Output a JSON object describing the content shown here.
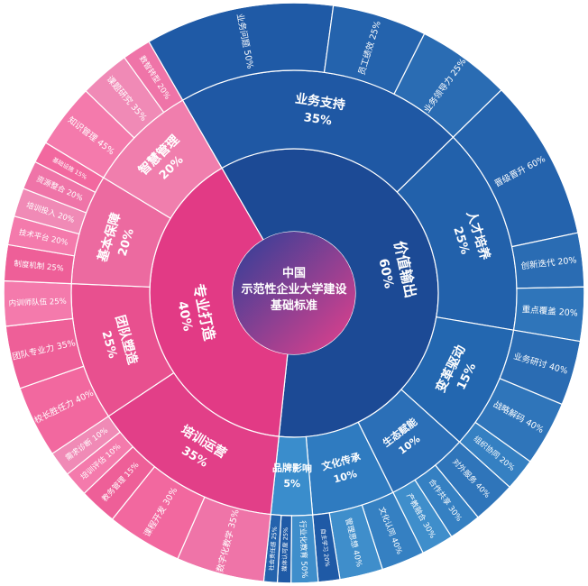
{
  "chart_data": {
    "type": "sunburst",
    "center_label": [
      "中国",
      "示范性企业大学建设",
      "基础标准"
    ],
    "colors": {
      "center_start": "#2b3f98",
      "center_end": "#e6408c",
      "pink_inner": "#e23a85",
      "pink_mid": "#e34f8f",
      "pink_outer": "#ef74a8",
      "pink_light": "#f49cc0",
      "blue_inner": "#1c4a95",
      "blue_mid": "#2267b0",
      "blue_outer": "#2e6cb4",
      "blue_light": "#3a8dcc",
      "separator": "#ffffff"
    },
    "nodes": [
      {
        "label": "价值输出",
        "value_label": "60%",
        "share": 0.6,
        "color": "#1c4a95",
        "children": [
          {
            "label": "业务支持",
            "value_label": "35%",
            "share": 0.35,
            "color": "#1f58a4",
            "children": [
              {
                "label": "业务问题 50%",
                "share": 0.5
              },
              {
                "label": "员工绩效 25%",
                "share": 0.25
              },
              {
                "label": "业务领导力 25%",
                "share": 0.25
              }
            ]
          },
          {
            "label": "人才培养",
            "value_label": "25%",
            "share": 0.25,
            "color": "#2261ab",
            "children": [
              {
                "label": "晋级晋升 60%",
                "share": 0.6
              },
              {
                "label": "创新迭代 20%",
                "share": 0.2
              },
              {
                "label": "重点覆盖 20%",
                "share": 0.2
              }
            ]
          },
          {
            "label": "变革驱动",
            "value_label": "15%",
            "share": 0.15,
            "color": "#2367b0",
            "children": [
              {
                "label": "业务研讨 40%",
                "share": 0.4
              },
              {
                "label": "战略解码 40%",
                "share": 0.4
              },
              {
                "label": "组织协同 20%",
                "share": 0.2
              }
            ]
          },
          {
            "label": "生态赋能",
            "value_label": "10%",
            "share": 0.1,
            "color": "#2b6fb7",
            "children": [
              {
                "label": "对外服务 40%",
                "share": 0.4
              },
              {
                "label": "合作共享 30%",
                "share": 0.3
              },
              {
                "label": "产教融合 30%",
                "share": 0.3
              }
            ]
          },
          {
            "label": "文化传承",
            "value_label": "10%",
            "share": 0.1,
            "color": "#2f7bc0",
            "children": [
              {
                "label": "文化认同 40%",
                "share": 0.4
              },
              {
                "label": "管理思想 40%",
                "share": 0.4
              },
              {
                "label": "自主学习 20%",
                "share": 0.2
              }
            ]
          },
          {
            "label": "品牌影响",
            "value_label": "5%",
            "share": 0.05,
            "color": "#3a8dcc",
            "children": [
              {
                "label": "行业化教育 50%",
                "share": 0.5
              },
              {
                "label": "媒体认可度 25%",
                "share": 0.25
              },
              {
                "label": "社会责任感 25%",
                "share": 0.25
              }
            ]
          }
        ]
      },
      {
        "label": "专业打造",
        "value_label": "40%",
        "share": 0.4,
        "color": "#e23a85",
        "children": [
          {
            "label": "培训运营",
            "value_label": "35%",
            "share": 0.35,
            "color": "#e23f88",
            "children": [
              {
                "label": "数字化教学 35%",
                "share": 0.35
              },
              {
                "label": "课程开发 30%",
                "share": 0.3
              },
              {
                "label": "教务管理 15%",
                "share": 0.15
              },
              {
                "label": "培训评估 10%",
                "share": 0.1
              },
              {
                "label": "需求诊断 10%",
                "share": 0.1
              }
            ]
          },
          {
            "label": "团队塑造",
            "value_label": "25%",
            "share": 0.25,
            "color": "#e8508f",
            "children": [
              {
                "label": "校长胜任力 40%",
                "share": 0.4
              },
              {
                "label": "团队专业力 35%",
                "share": 0.35
              },
              {
                "label": "内训师队伍 25%",
                "share": 0.25
              }
            ]
          },
          {
            "label": "基本保障",
            "value_label": "20%",
            "share": 0.2,
            "color": "#ec6aa0",
            "children": [
              {
                "label": "制度机制 25%",
                "share": 0.25
              },
              {
                "label": "技术平台 20%",
                "share": 0.2
              },
              {
                "label": "培训投入 20%",
                "share": 0.2
              },
              {
                "label": "资源整合 20%",
                "share": 0.2
              },
              {
                "label": "基础设施 15%",
                "share": 0.15
              }
            ]
          },
          {
            "label": "智慧管理",
            "value_label": "20%",
            "share": 0.2,
            "color": "#f07ead",
            "children": [
              {
                "label": "知识管理 45%",
                "share": 0.45
              },
              {
                "label": "课题研究 35%",
                "share": 0.35
              },
              {
                "label": "数智转型 20%",
                "share": 0.2
              }
            ]
          }
        ]
      }
    ]
  }
}
